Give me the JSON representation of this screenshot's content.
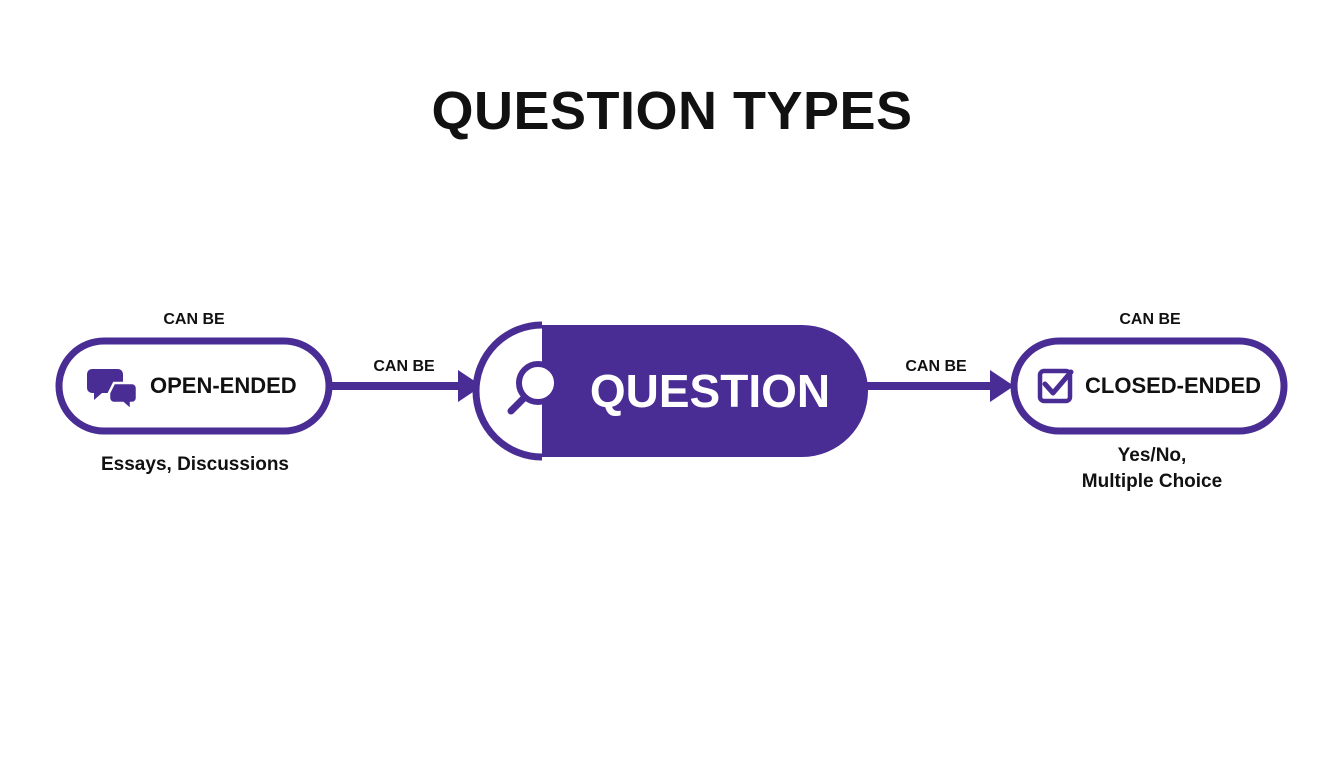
{
  "title": "QUESTION TYPES",
  "colors": {
    "accent": "#4a2d94",
    "background": "#ffffff",
    "text": "#111111",
    "light_text": "#ffffff"
  },
  "center_node": {
    "label": "QUESTION",
    "icon": "magnifier-icon"
  },
  "left_node": {
    "label": "OPEN-ENDED",
    "icon": "chat-bubbles-icon",
    "above_label": "CAN BE",
    "caption": "Essays, Discussions"
  },
  "right_node": {
    "label": "CLOSED-ENDED",
    "icon": "checkbox-icon",
    "above_label": "CAN BE",
    "caption_line1": "Yes/No,",
    "caption_line2": "Multiple Choice"
  },
  "left_arrow_label": "CAN BE",
  "right_arrow_label": "CAN BE"
}
